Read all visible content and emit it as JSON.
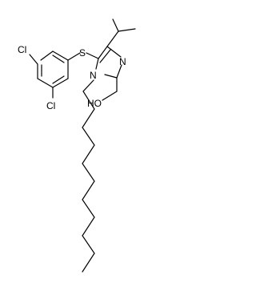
{
  "molecule": {
    "atoms": {
      "s": "S",
      "n_imine": "N",
      "n_alkyl": "N",
      "hydroxyl": "HO",
      "cl_top": "Cl",
      "cl_bottom": "Cl"
    }
  },
  "colors": {
    "bond": "#000000",
    "label": "#000000",
    "background": "#ffffff"
  }
}
